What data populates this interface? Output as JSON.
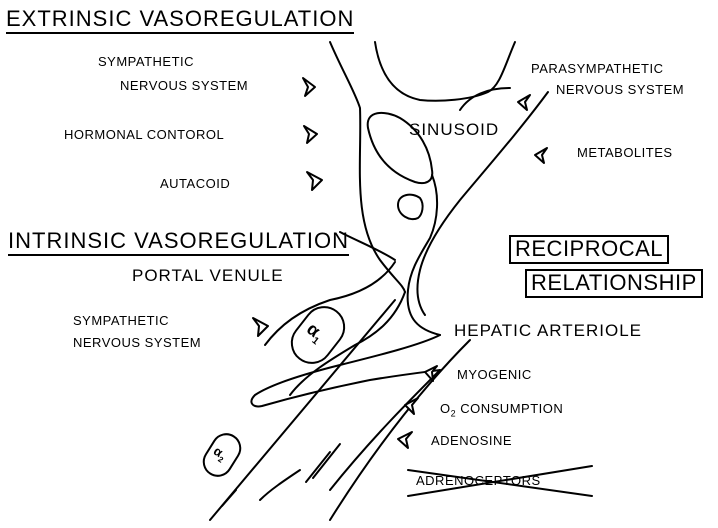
{
  "headings": {
    "extrinsic": "EXTRINSIC VASOREGULATION",
    "intrinsic": "INTRINSIC VASOREGULATION"
  },
  "extrinsic_factors": {
    "sympathetic_line1": "SYMPATHETIC",
    "sympathetic_line2": "NERVOUS SYSTEM",
    "hormonal": "HORMONAL CONTOROL",
    "autacoid": "AUTACOID",
    "parasympathetic_line1": "PARASYMPATHETIC",
    "parasympathetic_line2": "NERVOUS SYSTEM",
    "metabolites": "METABOLITES"
  },
  "structures": {
    "sinusoid": "SINUSOID",
    "portal_venule": "PORTAL VENULE",
    "hepatic_arteriole": "HEPATIC ARTERIOLE"
  },
  "relationship": {
    "line1": "RECIPROCAL",
    "line2": "RELATIONSHIP"
  },
  "intrinsic_factors": {
    "sympathetic_line1": "SYMPATHETIC",
    "sympathetic_line2": "NERVOUS SYSTEM",
    "myogenic": "MYOGENIC",
    "o2_prefix": "O",
    "o2_sub": "2",
    "o2_suffix": " CONSUMPTION",
    "adenosine": "ADENOSINE",
    "adrenoceptors": "ADRENOCEPTORS"
  },
  "receptors": {
    "alpha1": "α",
    "alpha1_sub": "1",
    "alpha2": "α",
    "alpha2_sub": "2"
  }
}
